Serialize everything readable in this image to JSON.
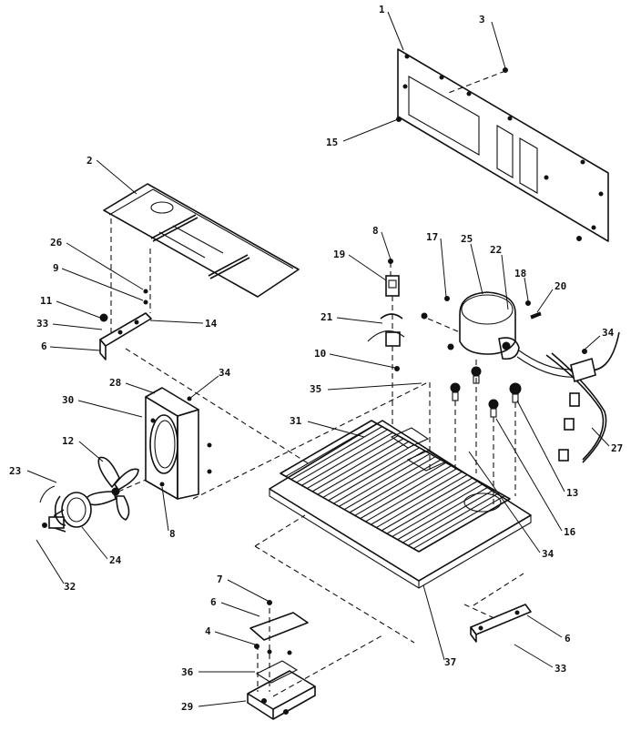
{
  "callouts": [
    {
      "id": "c1",
      "text": "1"
    },
    {
      "id": "c3",
      "text": "3"
    },
    {
      "id": "c15",
      "text": "15"
    },
    {
      "id": "c2",
      "text": "2"
    },
    {
      "id": "c26",
      "text": "26"
    },
    {
      "id": "c9",
      "text": "9"
    },
    {
      "id": "c11",
      "text": "11"
    },
    {
      "id": "c33a",
      "text": "33"
    },
    {
      "id": "c14",
      "text": "14"
    },
    {
      "id": "c6a",
      "text": "6"
    },
    {
      "id": "c8a",
      "text": "8"
    },
    {
      "id": "c19",
      "text": "19"
    },
    {
      "id": "c17",
      "text": "17"
    },
    {
      "id": "c25",
      "text": "25"
    },
    {
      "id": "c22",
      "text": "22"
    },
    {
      "id": "c18",
      "text": "18"
    },
    {
      "id": "c20",
      "text": "20"
    },
    {
      "id": "c21",
      "text": "21"
    },
    {
      "id": "c34a",
      "text": "34"
    },
    {
      "id": "c10",
      "text": "10"
    },
    {
      "id": "c35",
      "text": "35"
    },
    {
      "id": "c28",
      "text": "28"
    },
    {
      "id": "c34b",
      "text": "34"
    },
    {
      "id": "c30",
      "text": "30"
    },
    {
      "id": "c31",
      "text": "31"
    },
    {
      "id": "c12",
      "text": "12"
    },
    {
      "id": "c23",
      "text": "23"
    },
    {
      "id": "c8b",
      "text": "8"
    },
    {
      "id": "c24",
      "text": "24"
    },
    {
      "id": "c32",
      "text": "32"
    },
    {
      "id": "c13",
      "text": "13"
    },
    {
      "id": "c27",
      "text": "27"
    },
    {
      "id": "c16",
      "text": "16"
    },
    {
      "id": "c34c",
      "text": "34"
    },
    {
      "id": "c7",
      "text": "7"
    },
    {
      "id": "c6b",
      "text": "6"
    },
    {
      "id": "c4",
      "text": "4"
    },
    {
      "id": "c36",
      "text": "36"
    },
    {
      "id": "c29",
      "text": "29"
    },
    {
      "id": "c37",
      "text": "37"
    },
    {
      "id": "c6c",
      "text": "6"
    },
    {
      "id": "c33b",
      "text": "33"
    }
  ]
}
